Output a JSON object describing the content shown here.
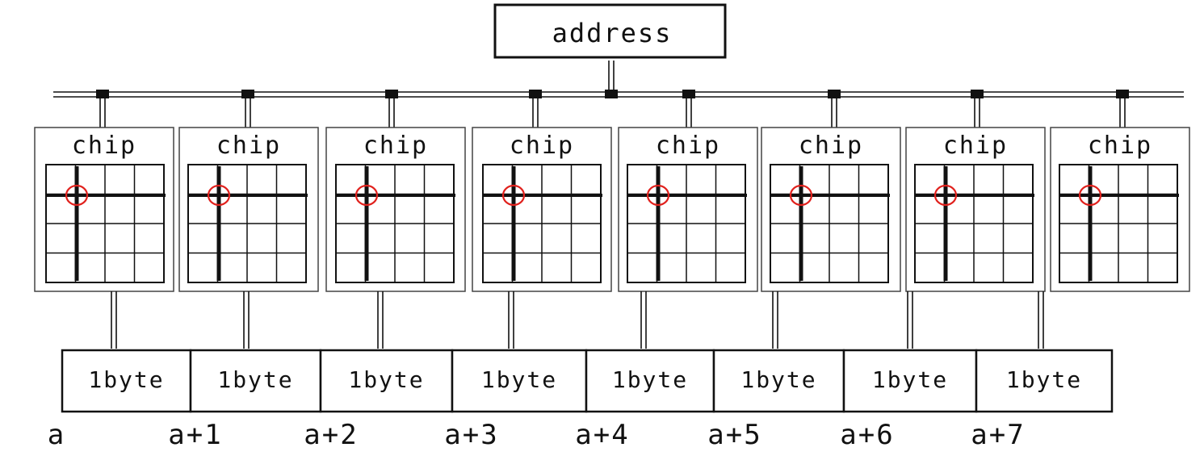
{
  "address_box": {
    "label": "address"
  },
  "chips": [
    {
      "label": "chip"
    },
    {
      "label": "chip"
    },
    {
      "label": "chip"
    },
    {
      "label": "chip"
    },
    {
      "label": "chip"
    },
    {
      "label": "chip"
    },
    {
      "label": "chip"
    },
    {
      "label": "chip"
    }
  ],
  "bytes": [
    {
      "label": "1byte"
    },
    {
      "label": "1byte"
    },
    {
      "label": "1byte"
    },
    {
      "label": "1byte"
    },
    {
      "label": "1byte"
    },
    {
      "label": "1byte"
    },
    {
      "label": "1byte"
    },
    {
      "label": "1byte"
    }
  ],
  "addresses": [
    "a",
    "a+1",
    "a+2",
    "a+3",
    "a+4",
    "a+5",
    "a+6",
    "a+7"
  ],
  "colors": {
    "line": "#111111",
    "highlight": "#e0201c",
    "frame": "#444444"
  }
}
